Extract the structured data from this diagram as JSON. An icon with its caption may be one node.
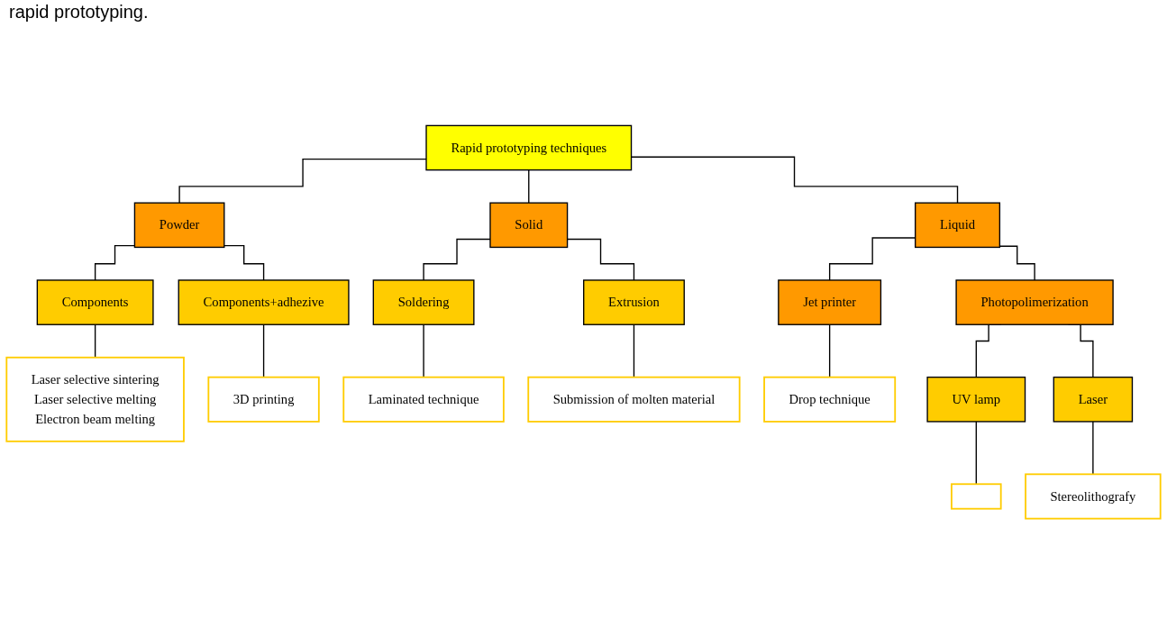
{
  "diagram": {
    "nodes": [
      {
        "text": [
          "Rapid prototyping techniques"
        ]
      },
      {
        "text": [
          "Powder"
        ]
      },
      {
        "text": [
          "Liquid"
        ]
      },
      {
        "text": [
          "Solid"
        ]
      },
      {
        "text": [
          "Components"
        ]
      },
      {
        "text": [
          "Components+adhezive"
        ]
      },
      {
        "text": [
          "Soldering"
        ]
      },
      {
        "text": [
          "Extrusion"
        ]
      },
      {
        "text": [
          "Laser selective sintering",
          "Laser selective melting",
          "Electron beam melting"
        ]
      },
      {
        "text": [
          "3D printing"
        ]
      },
      {
        "text": [
          "Laminated technique"
        ]
      },
      {
        "text": [
          "Submission of molten material"
        ]
      },
      {
        "text": [
          "Jet printer"
        ]
      },
      {
        "text": [
          "Photopolimerization"
        ]
      },
      {
        "text": [
          "Drop technique"
        ]
      },
      {
        "text": [
          "UV lamp"
        ]
      },
      {
        "text": [
          "Laser"
        ]
      },
      {
        "text": [],
        "shape": "box"
      },
      {
        "text": [
          "Stereolithografy"
        ]
      }
    ],
    "edges": [
      {
        "from": 0,
        "to": 1,
        "arrow": "none"
      },
      {
        "from": 0,
        "to": 2,
        "arrow": "none"
      },
      {
        "from": 0,
        "to": 3,
        "arrow": "none"
      },
      {
        "from": 1,
        "to": 4,
        "arrow": "none"
      },
      {
        "from": 1,
        "to": 5,
        "arrow": "none"
      },
      {
        "from": 3,
        "to": 6,
        "arrow": "none"
      },
      {
        "from": 3,
        "to": 7,
        "arrow": "none"
      },
      {
        "from": 4,
        "to": 8,
        "arrow": "none"
      },
      {
        "from": 5,
        "to": 9,
        "arrow": "none"
      },
      {
        "from": 6,
        "to": 10,
        "arrow": "none"
      },
      {
        "from": 7,
        "to": 11,
        "arrow": "none"
      },
      {
        "from": 2,
        "to": 12,
        "arrow": "none"
      },
      {
        "from": 2,
        "to": 13,
        "arrow": "none"
      },
      {
        "from": 12,
        "to": 14,
        "arrow": "none"
      },
      {
        "from": 13,
        "to": 15,
        "arrow": "none"
      },
      {
        "from": 13,
        "to": 16,
        "arrow": "none"
      },
      {
        "from": 15,
        "to": 17,
        "arrow": "none"
      },
      {
        "from": 16,
        "to": 18,
        "arrow": "none"
      }
    ],
    "labels": [
      "rapid prototyping."
    ]
  }
}
